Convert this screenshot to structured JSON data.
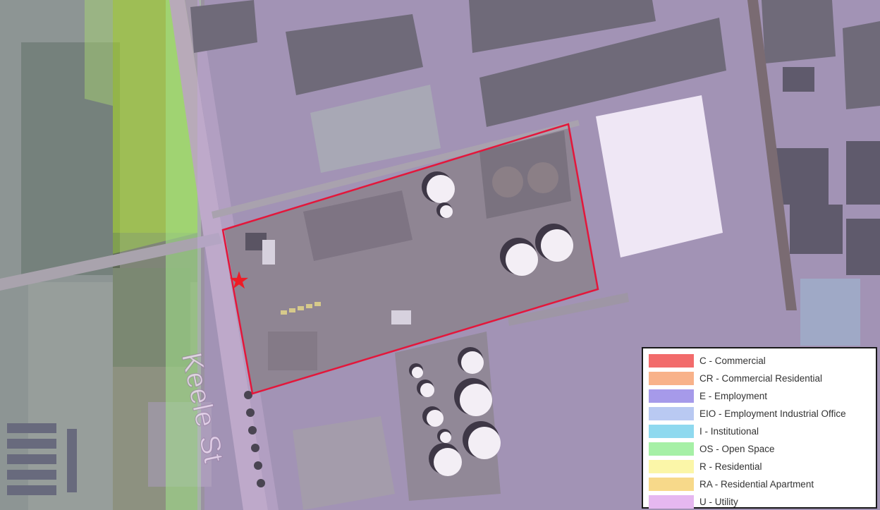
{
  "map": {
    "street_label": "Keele St",
    "subject_marker": "★",
    "site_outline_color": "#e3173b",
    "overlay_colors": {
      "utility": "#c9a8e8",
      "open_space": "#a6e28a",
      "employment_industrial_office": "#b9c9ea"
    }
  },
  "legend": {
    "items": [
      {
        "label": "C - Commercial",
        "color": "#f26b6b"
      },
      {
        "label": "CR - Commercial Residential",
        "color": "#f8b28a"
      },
      {
        "label": "E - Employment",
        "color": "#a69aea"
      },
      {
        "label": "EIO - Employment Industrial Office",
        "color": "#b9c9f2"
      },
      {
        "label": "I - Institutional",
        "color": "#8fd9ef"
      },
      {
        "label": "OS - Open Space",
        "color": "#a6f0a6"
      },
      {
        "label": "R - Residential",
        "color": "#fbf6a8"
      },
      {
        "label": "RA - Residential Apartment",
        "color": "#f7d98a"
      },
      {
        "label": "U - Utility",
        "color": "#e6b8f0"
      }
    ]
  }
}
